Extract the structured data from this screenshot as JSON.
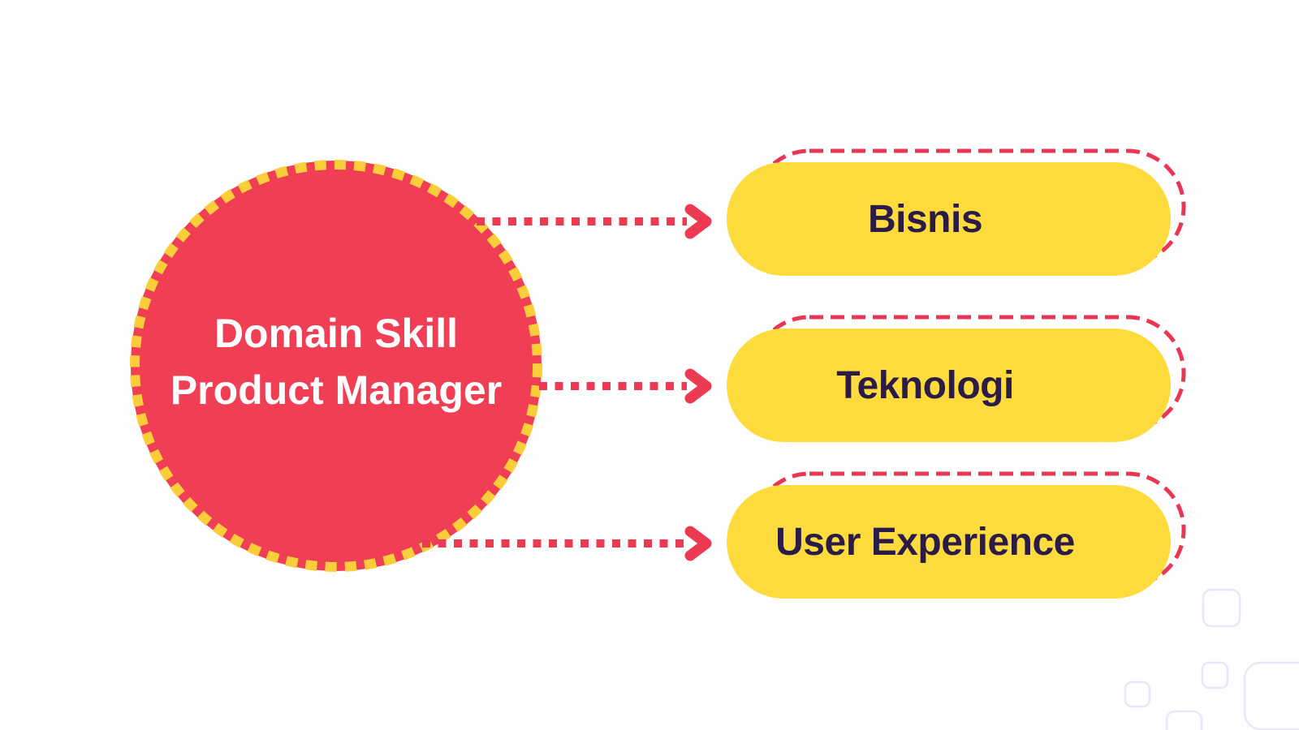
{
  "diagram": {
    "center_node": {
      "line1": "Domain Skill",
      "line2": "Product Manager"
    },
    "branches": [
      {
        "label": "Bisnis"
      },
      {
        "label": "Teknologi"
      },
      {
        "label": "User Experience"
      }
    ],
    "colors": {
      "center_circle_fill": "#F03E55",
      "center_circle_dash": "#FACD3B",
      "center_text": "#FFFFFF",
      "pill_fill": "#FDDB3D",
      "pill_text": "#2A1C47",
      "pill_outline_dash": "#E83654",
      "arrow_red": "#ED3A53",
      "decor_square_stroke": "#E9E6F7",
      "background": "#FEFEFE"
    }
  }
}
